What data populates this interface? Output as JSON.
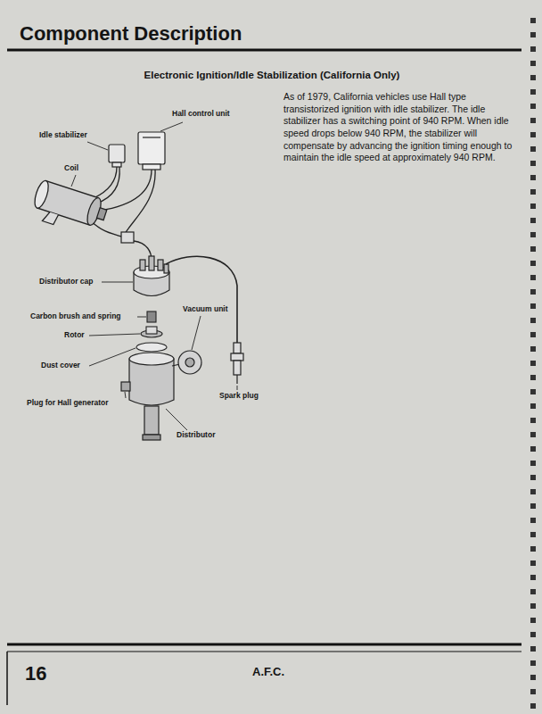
{
  "diagram": {
    "title": "Component Description",
    "labels": [
      "Electronic Ignition/Idle Stabilization (California Only)",
      "As of 1979, California vehicles use Hall type transistorized ignition with idle stabilizer. The idle stabilizer has a switching point of 940 RPM. When idle speed drops below 940 RPM, the stabilizer will compensate by advancing the ignition timing enough to maintain the idle speed at approximately 940 RPM.",
      "Hall control unit",
      "Idle stabilizer",
      "Coil",
      "Distributor cap",
      "Carbon brush and spring",
      "Vacuum unit",
      "Rotor",
      "Dust cover",
      "Plug for Hall generator",
      "Spark plug",
      "Distributor",
      "16",
      "A.F.C."
    ]
  }
}
